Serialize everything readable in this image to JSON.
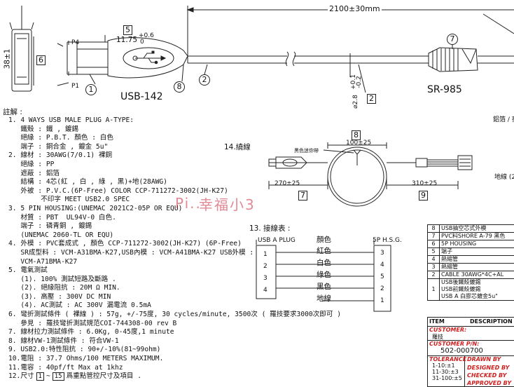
{
  "top": {
    "length": "2100±30mm",
    "dim_11_75": "11.75",
    "tol_plus": "+0.6",
    "tol_minus": "0",
    "dim_38": "38±1",
    "p4": "P4",
    "p1": "P1",
    "usb_model": "USB-142",
    "sr_model": "SR-985",
    "tol_diam_plus": "+0.1",
    "tol_diam_minus": "-0.2",
    "diam": "⌀2.8",
    "m1": "1",
    "m2": "2",
    "m5": "5",
    "m6": "6",
    "m7": "7",
    "m8": "8",
    "m2box": "2"
  },
  "right_fragments": {
    "f1": "鋁箔 / 麥",
    "f2": "地線 (2"
  },
  "notes": {
    "title": "註解 :",
    "lines": [
      "1. 4 WAYS USB MALE PLUG A-TYPE:",
      "   鐵殼 : 鐵 , 鍍錫",
      "   絕緣 : P.B.T. 顏色 : 白色",
      "   端子 : 銅合金 , 鍍金 5u\"",
      "2. 線材 : 30AWG(7/0.1) 裸銅",
      "   絕緣 : PP",
      "   遮蔽 : 鋁箔",
      "   結構 : 4芯(紅 , 白 , 綠 , 黑)+地(28AWG)",
      "   外被 : P.V.C.(6P-Free) COLOR CCP-711272-3002(JH-K27)",
      "        不印字 MEET USB2.0 SPEC",
      "3. 5 PIN HOUSING:(UNEMAC 2021C2-05P OR EQU)",
      "   材質 : PBT  UL94V-0 白色.",
      "   端子 : 磷青銅 , 鍍錫",
      "   (UNEMAC 2060-TL OR EQU)",
      "4. 外模 : PVC套成式 , 顏色 CCP-711272-3002(JH-K27) (6P-Free)",
      "   SR成型料 : VCM-A31BMA-K27,USB內模 : VCM-A41BMA-K27 USB外模 :",
      "   VCM-A71BMA-K27",
      "5. 電氣測試",
      "   (1). 100% 測試短路及斷路 .",
      "   (2). 絕緣阻抗 : 20M Ω MIN.",
      "   (3). 高壓 : 300V DC MIN",
      "   (4). AC測試 : AC 300V 漏電流 0.5mA",
      "6. 彎折測試條件 ( 裸線 ) : 57g, +/-75度, 30 cycles/minute, 3500次 ( 羅技要求3000次即可 )",
      "   參見 : 羅技彎折測試規范COI-744308-00 rev B",
      "7. 線材拉力測試條件 : 6.0Kg, 0-45度,1 minute",
      "8. 線材VW-1測試條件 : 符合VW-1",
      "9. USB2.0:特性阻抗 : 90+/-10%(81~99ohm)",
      "10.電阻 : 37.7 Ohms/100 METERS MAXIMUM.",
      "11.電容 : 40pf/ft Max at 1khz",
      "12.尺寸"
    ],
    "last_line_tail": "爲重點管控尺寸及項目 .",
    "box_a": "1",
    "box_b": "15"
  },
  "fig14": {
    "title": "14.繞線",
    "twist_note": "黑色迷你帶",
    "dim_100": "100±25",
    "dim_270": "270±25",
    "dim_310": "310±25",
    "m8": "8",
    "m7": "7",
    "m9": "9"
  },
  "fig13": {
    "title": "13. 接線表 :",
    "usb_header": "USB A PLUG",
    "color_header": "顏色",
    "hsg_header": "5P H.S.G.",
    "rows": [
      {
        "left": "1",
        "color": "紅色",
        "right": "3"
      },
      {
        "left": "2",
        "color": "白色",
        "right": "4"
      },
      {
        "left": "3",
        "color": "綠色",
        "right": "5"
      },
      {
        "left": "4",
        "color": "黑色",
        "right": "2"
      },
      {
        "left": "",
        "color": "地線",
        "right": "1"
      }
    ]
  },
  "bom": [
    {
      "item": "8",
      "desc": "USB抽空芯式外模"
    },
    {
      "item": "7",
      "desc": "PVC料SHORE A-79 黑色"
    },
    {
      "item": "6",
      "desc": "5P HOUSING"
    },
    {
      "item": "5",
      "desc": "端子"
    },
    {
      "item": "4",
      "desc": "熱縮管"
    },
    {
      "item": "3",
      "desc": "熱縮管"
    },
    {
      "item": "2",
      "desc": "CABLE 30AWG*4C+AL"
    },
    {
      "item": "1",
      "desc": "USB後鐵殼鍍錫 / USB前鐵殼鍍錫 / USB A 白膠芯鍍金5u\""
    }
  ],
  "title_block": {
    "item_h": "ITEM",
    "desc_h": "DESCRIPTION",
    "customer_label": "CUSTOMER:",
    "customer": "羅技",
    "customer_pn_label": "CUSTOMER P/N:",
    "customer_pn": "502-000700",
    "tolerance": "TOLERANCE",
    "tol1": "1-10:±1",
    "tol2": "11-30:±3",
    "tol3": "31-100:±5",
    "drawn": "DRAWN BY",
    "designed": "DESIGNED BY",
    "checked": "CHECKED BY",
    "approved": "APPROVED BY"
  },
  "watermark": "幸福小3",
  "watermark_prefix": "Pi.."
}
